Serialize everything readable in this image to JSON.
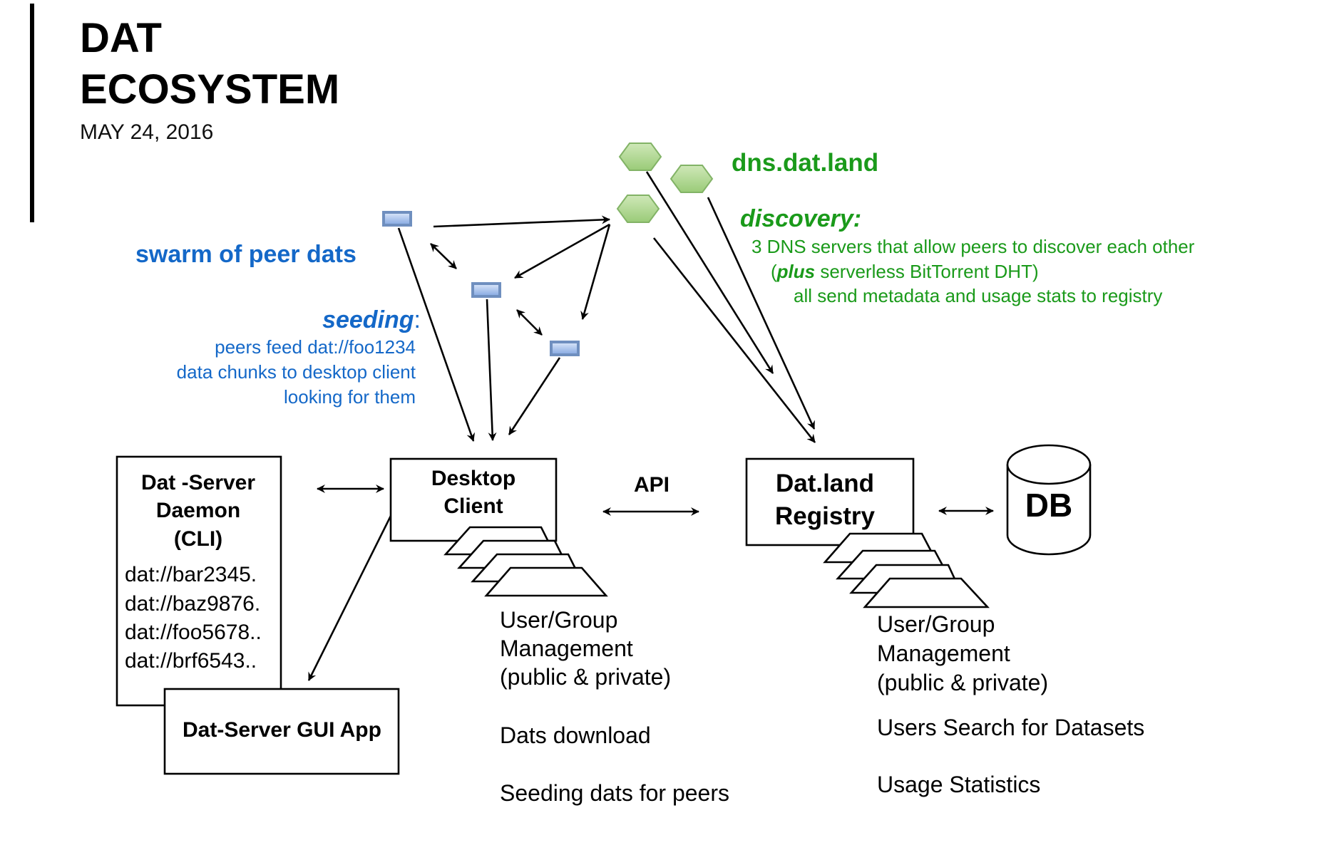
{
  "header": {
    "title_line1": "DAT",
    "title_line2": "ECOSYSTEM",
    "date": "MAY 24, 2016"
  },
  "swarm": {
    "label": "swarm of peer dats",
    "seeding_title": "seeding",
    "seeding_colon": ":",
    "seeding_lines": [
      "peers feed dat://foo1234",
      "data chunks to desktop client",
      "looking for them"
    ]
  },
  "dns": {
    "label": "dns.dat.land",
    "discovery_title": "discovery:",
    "line1": "3 DNS servers that allow peers to discover each other",
    "line2_open": "(",
    "line2_bold": "plus",
    "line2_rest": " serverless BitTorrent DHT)",
    "line3": "all send metadata and usage stats to registry"
  },
  "daemon": {
    "title_lines": [
      "Dat -Server",
      "Daemon",
      "(CLI)"
    ],
    "dats": [
      "dat://bar2345.",
      "dat://baz9876.",
      "dat://foo5678..",
      "dat://brf6543.."
    ]
  },
  "gui_app": {
    "label": "Dat-Server GUI App"
  },
  "desktop_client": {
    "title_lines": [
      "Desktop",
      "Client"
    ],
    "features": [
      "User/Group",
      "Management",
      "(public & private)",
      "Dats download",
      "Seeding dats for peers"
    ]
  },
  "api": {
    "label": "API"
  },
  "registry": {
    "title_lines": [
      "Dat.land",
      "Registry"
    ],
    "features": [
      "User/Group",
      "Management",
      "(public & private)",
      "Users Search for Datasets",
      "Usage Statistics"
    ]
  },
  "db": {
    "label": "DB"
  },
  "colors": {
    "swarm_blue": "#1468c8",
    "dns_green": "#1a9a1a",
    "peer_fill": "#a9c1ea",
    "peer_border": "#6f8fbf",
    "hex_fill": "#a8d48a",
    "hex_border": "#82b366"
  }
}
